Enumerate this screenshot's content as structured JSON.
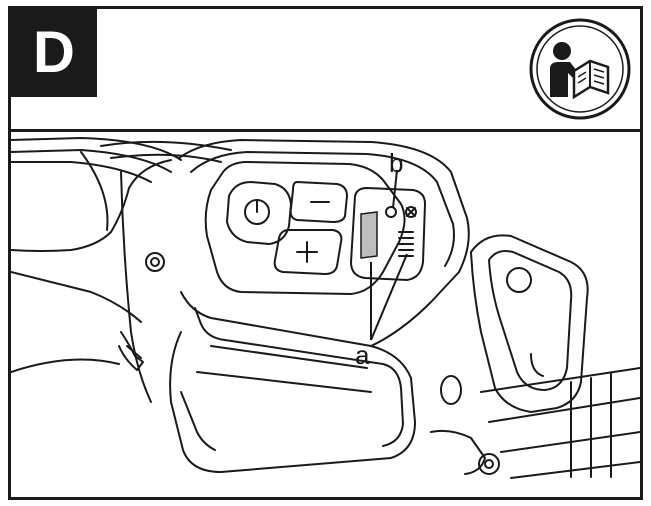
{
  "panel": {
    "letter": "D"
  },
  "icons": {
    "manual": "read-manual-icon"
  },
  "callouts": {
    "a": "a",
    "b": "b"
  },
  "colors": {
    "ink": "#1a1a1a",
    "paper": "#ffffff",
    "shade": "#bdbdbd"
  }
}
